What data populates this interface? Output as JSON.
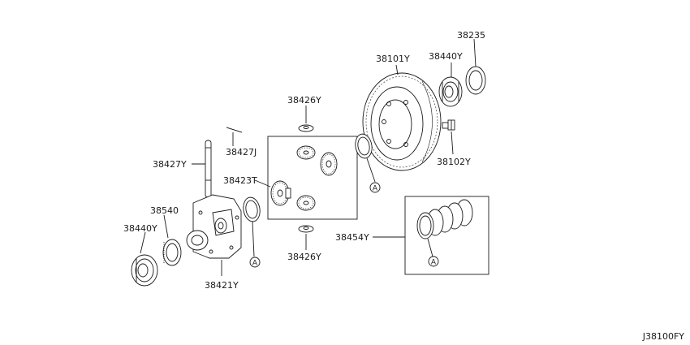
{
  "diagram_code": "J38100FY",
  "callout_marker": "A",
  "parts": {
    "p38235": "38235",
    "p38101y": "38101Y",
    "p38440y_right": "38440Y",
    "p38426y_top": "38426Y",
    "p38427j": "38427J",
    "p38427y": "38427Y",
    "p38423t": "38423T",
    "p38102y": "38102Y",
    "p38540": "38540",
    "p38440y_left": "38440Y",
    "p38454y": "38454Y",
    "p38426y_bottom": "38426Y",
    "p38421y": "38421Y"
  }
}
